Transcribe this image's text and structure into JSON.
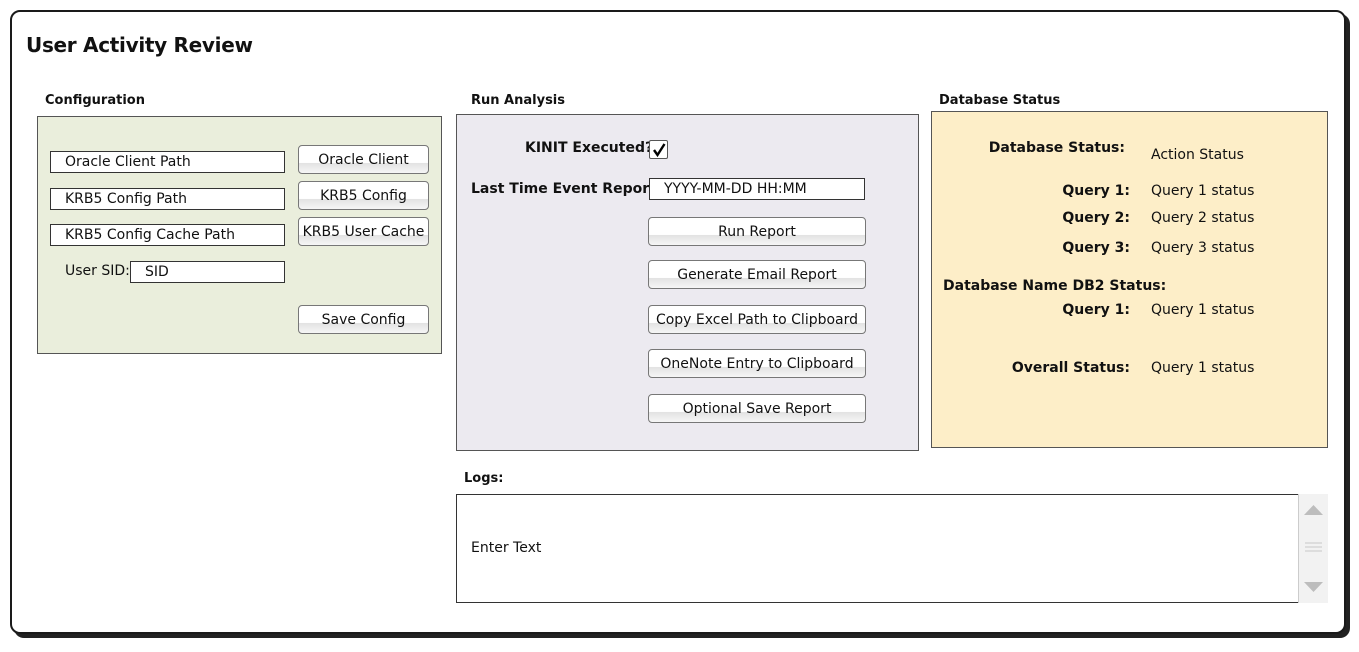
{
  "title": "User Activity Review",
  "configuration": {
    "section_label": "Configuration",
    "oracle_client_path": "Oracle Client Path",
    "krb5_config_path": "KRB5 Config Path",
    "krb5_cache_path": "KRB5 Config Cache Path",
    "user_sid_label": "User SID:",
    "user_sid_value": "SID",
    "buttons": {
      "oracle_client": "Oracle Client",
      "krb5_config": "KRB5 Config",
      "krb5_user_cache": "KRB5 User Cache",
      "save_config": "Save Config"
    }
  },
  "run_analysis": {
    "section_label": "Run Analysis",
    "kinit_label": "KINIT Executed?",
    "kinit_checked": true,
    "last_event_label": "Last Time Event Reported:",
    "last_event_value": "YYYY-MM-DD HH:MM",
    "buttons": {
      "run_report": "Run Report",
      "generate_email": "Generate Email Report",
      "copy_excel": "Copy Excel Path to Clipboard",
      "onenote_entry": "OneNote Entry to Clipboard",
      "optional_save": "Optional Save Report"
    }
  },
  "database_status": {
    "section_label": "Database Status",
    "status_label": "Database Status:",
    "status_value": "Action Status",
    "query1_label": "Query 1:",
    "query1_value": "Query 1 status",
    "query2_label": "Query 2:",
    "query2_value": "Query 2 status",
    "query3_label": "Query 3:",
    "query3_value": "Query 3 status",
    "db2_label": "Database Name DB2 Status:",
    "db2_query1_label": "Query 1:",
    "db2_query1_value": "Query 1 status",
    "overall_label": "Overall Status:",
    "overall_value": "Query 1 status"
  },
  "logs": {
    "label": "Logs:",
    "text": "Enter Text"
  },
  "colors": {
    "config_panel": "#eaeedc",
    "run_panel": "#eceaf0",
    "db_panel": "#fdeec8"
  }
}
